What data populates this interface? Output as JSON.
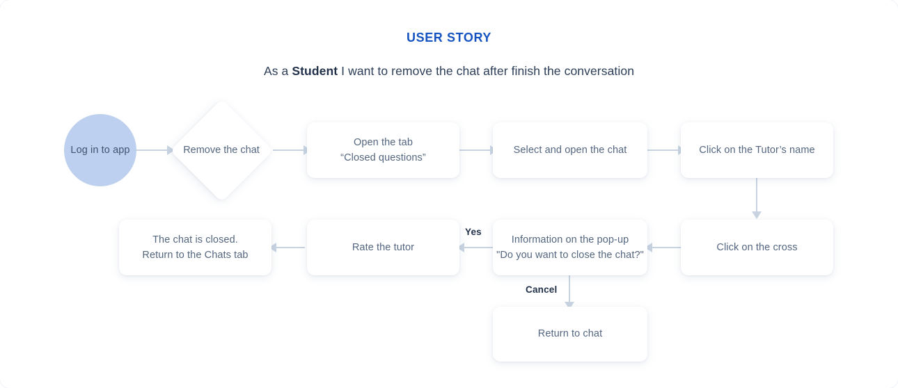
{
  "header": {
    "title": "USER STORY",
    "sentence_prefix": "As a ",
    "role": "Student",
    "sentence_suffix": " I want to remove the chat after finish the conversation"
  },
  "theme": {
    "title_color": "#1554c0",
    "node_text_color": "#54667f",
    "connector_color": "#c9d4e2",
    "start_node_fill": "#bdd0ef",
    "label_color": "#22314a",
    "canvas_background": "#ffffff"
  },
  "flow": {
    "start": {
      "label": "Log in to app",
      "shape": "circle"
    },
    "decision": {
      "label": "Remove the chat",
      "shape": "diamond"
    },
    "steps": [
      {
        "id": "open-tab",
        "label": "Open the tab\n“Closed questions”",
        "shape": "rounded-rect"
      },
      {
        "id": "select-chat",
        "label": "Select and open the chat",
        "shape": "rounded-rect"
      },
      {
        "id": "click-tutor-name",
        "label": "Click on the Tutor’s name",
        "shape": "rounded-rect"
      },
      {
        "id": "click-cross",
        "label": "Click on the cross",
        "shape": "rounded-rect"
      },
      {
        "id": "popup-info",
        "label": "Information on the pop-up\n\"Do you want to close the chat?\"",
        "shape": "rounded-rect"
      },
      {
        "id": "rate-tutor",
        "label": "Rate the tutor",
        "shape": "rounded-rect"
      },
      {
        "id": "chat-closed",
        "label": "The chat is closed.\nReturn to the Chats tab",
        "shape": "rounded-rect"
      },
      {
        "id": "return-to-chat",
        "label": "Return to chat",
        "shape": "rounded-rect"
      }
    ],
    "edge_labels": {
      "yes": "Yes",
      "cancel": "Cancel"
    }
  }
}
